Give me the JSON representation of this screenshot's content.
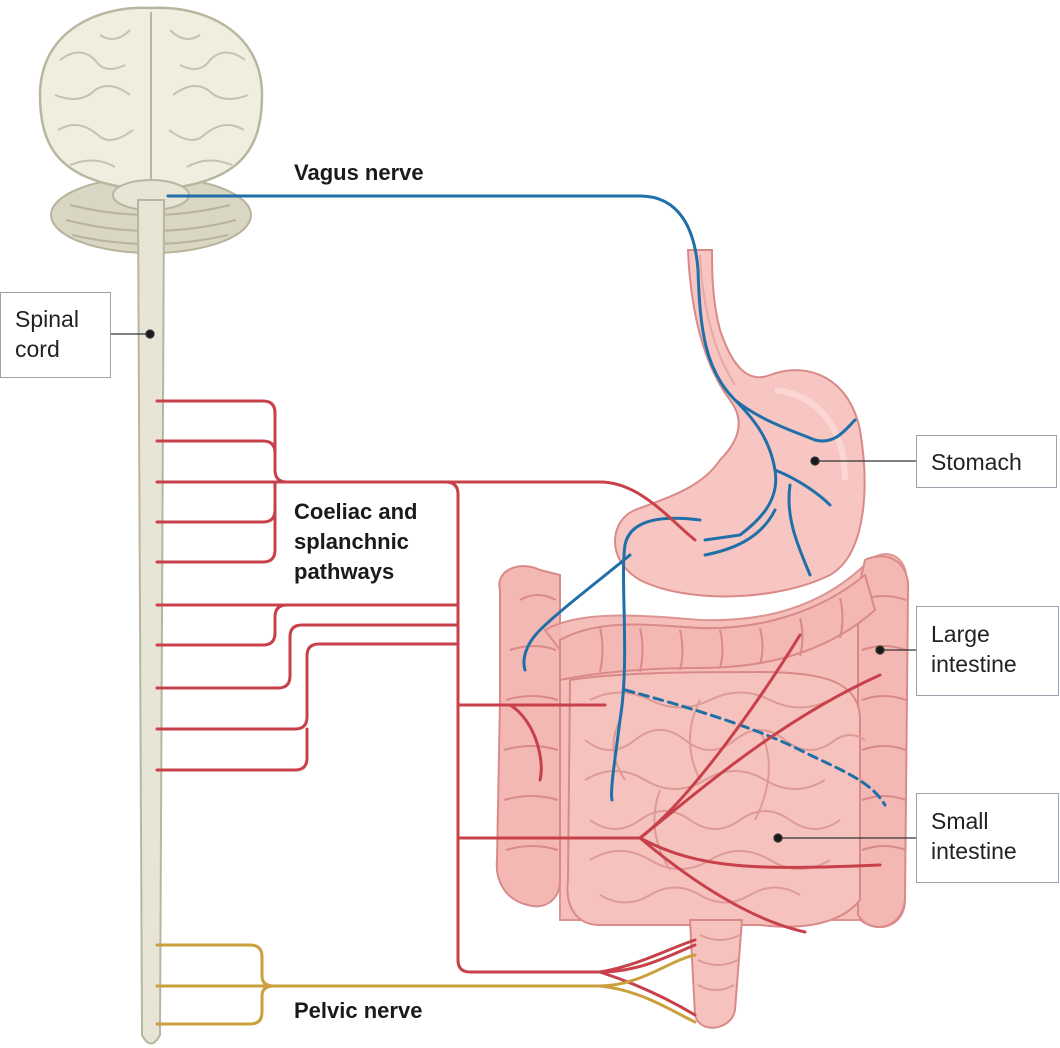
{
  "labels": {
    "vagus": "Vagus nerve",
    "coeliac_line1": "Coeliac and",
    "coeliac_line2": "splanchnic",
    "coeliac_line3": "pathways",
    "pelvic": "Pelvic nerve"
  },
  "callouts": {
    "spinal_line1": "Spinal",
    "spinal_line2": "cord",
    "stomach": "Stomach",
    "large_line1": "Large",
    "large_line2": "intestine",
    "small_line1": "Small",
    "small_line2": "intestine"
  },
  "colors": {
    "vagus": "#1f6fa8",
    "sympathetic": "#c8414a",
    "pelvic": "#c9a03c",
    "spinal_cord": "#e8e5d6",
    "gut_pink": "#f4b8b4"
  }
}
